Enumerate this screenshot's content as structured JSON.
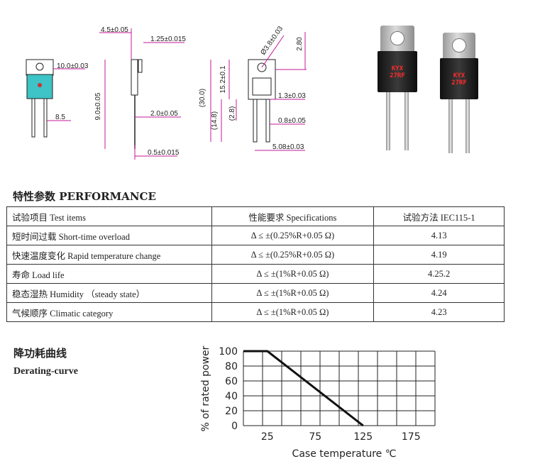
{
  "drawing_labels": {
    "front_width": "10.0±0.03",
    "lead_len": "8.5",
    "side_tab_thk": "4.5±0.05",
    "side_lead_thk": "1.25±0.015",
    "side_height": "9.0±0.05",
    "side_pitch": "2.0±0.05",
    "side_lead_w": "0.5±0.015",
    "hole_dia": "Ø3.8±0.03",
    "tab_top": "2.80",
    "total_len": "(30.0)",
    "body_len": "15.2±0.1",
    "lower_len": "(14.8)",
    "small_len": "(2.8)",
    "lead_thk": "1.3±0.03",
    "lead_w": "0.8±0.05",
    "lead_pitch": "5.08±0.03"
  },
  "components": [
    {
      "mark_line1": "KYX",
      "mark_line2": "27RF"
    },
    {
      "mark_line1": "KYX",
      "mark_line2": "27RF"
    }
  ],
  "performance": {
    "title": "特性参数  PERFORMANCE",
    "headers": [
      "试验项目 Test items",
      "性能要求 Specifications",
      "试验方法  IEC115-1"
    ],
    "rows": [
      {
        "item": "短时间过载   Short-time overload",
        "spec": "Δ ≤ ±(0.25%R+0.05 Ω)",
        "method": "4.13"
      },
      {
        "item": "快速温度变化 Rapid temperature change",
        "spec": "Δ ≤ ±(0.25%R+0.05 Ω)",
        "method": "4.19"
      },
      {
        "item": "寿命  Load life",
        "spec": "Δ ≤ ±(1%R+0.05 Ω)",
        "method": "4.25.2"
      },
      {
        "item": "稳态湿热  Humidity  （steady state）",
        "spec": "Δ ≤ ±(1%R+0.05 Ω)",
        "method": "4.24"
      },
      {
        "item": "气候顺序  Climatic category",
        "spec": "Δ ≤ ±(1%R+0.05 Ω)",
        "method": "4.23"
      }
    ]
  },
  "derating": {
    "title_cn": "降功耗曲线",
    "title_en": "Derating-curve"
  },
  "chart_data": {
    "type": "line",
    "title": "",
    "xlabel": "Case  temperature  ℃",
    "ylabel": "% of rated power",
    "x_ticks": [
      "25",
      "75",
      "125",
      "175"
    ],
    "y_ticks": [
      "0",
      "20",
      "40",
      "60",
      "80",
      "100"
    ],
    "xlim": [
      0,
      200
    ],
    "ylim": [
      0,
      100
    ],
    "grid": true,
    "series": [
      {
        "x": [
          0,
          25,
          125
        ],
        "y": [
          100,
          100,
          0
        ]
      }
    ]
  }
}
